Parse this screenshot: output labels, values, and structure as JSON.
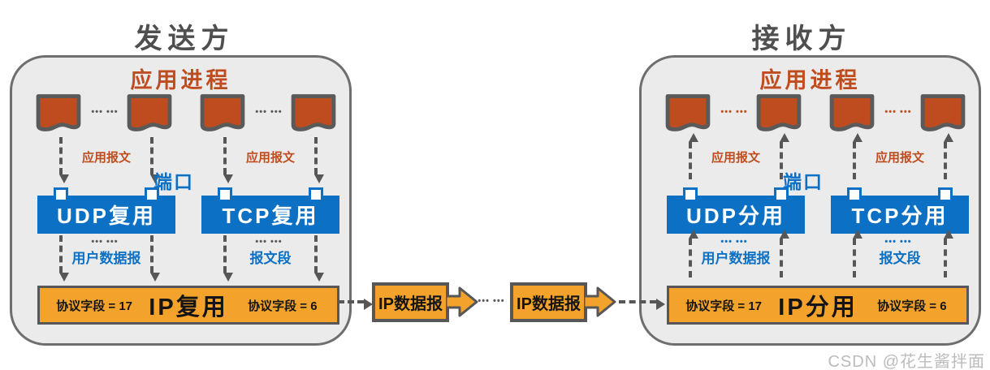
{
  "sender": {
    "title": "发送方",
    "process_label": "应用进程",
    "app_message_label": "应用报文",
    "port_label": "端口",
    "udp_box_label": "UDP复用",
    "tcp_box_label": "TCP复用",
    "udp_pdu_label": "用户数据报",
    "tcp_pdu_label": "报文段",
    "ip_box_label": "IP复用",
    "ip_protocol_field_udp": "协议字段 = 17",
    "ip_protocol_field_tcp": "协议字段 = 6"
  },
  "receiver": {
    "title": "接收方",
    "process_label": "应用进程",
    "app_message_label": "应用报文",
    "port_label": "端口",
    "udp_box_label": "UDP分用",
    "tcp_box_label": "TCP分用",
    "udp_pdu_label": "用户数据报",
    "tcp_pdu_label": "报文段",
    "ip_box_label": "IP分用",
    "ip_protocol_field_udp": "协议字段 = 17",
    "ip_protocol_field_tcp": "协议字段 = 6"
  },
  "link": {
    "datagram_box_1": "IP数据报",
    "datagram_box_2": "IP数据报"
  },
  "dots": "••• •••",
  "watermark": "CSDN @花生酱拌面",
  "colors": {
    "rust": "#bf4c1e",
    "blue": "#0c70c4",
    "orange": "#f3a32b",
    "stroke_gray": "#575757",
    "container_bg": "#ebebeb",
    "title_gray": "#4f4f4f",
    "watermark_gray": "#bcbcbc"
  }
}
